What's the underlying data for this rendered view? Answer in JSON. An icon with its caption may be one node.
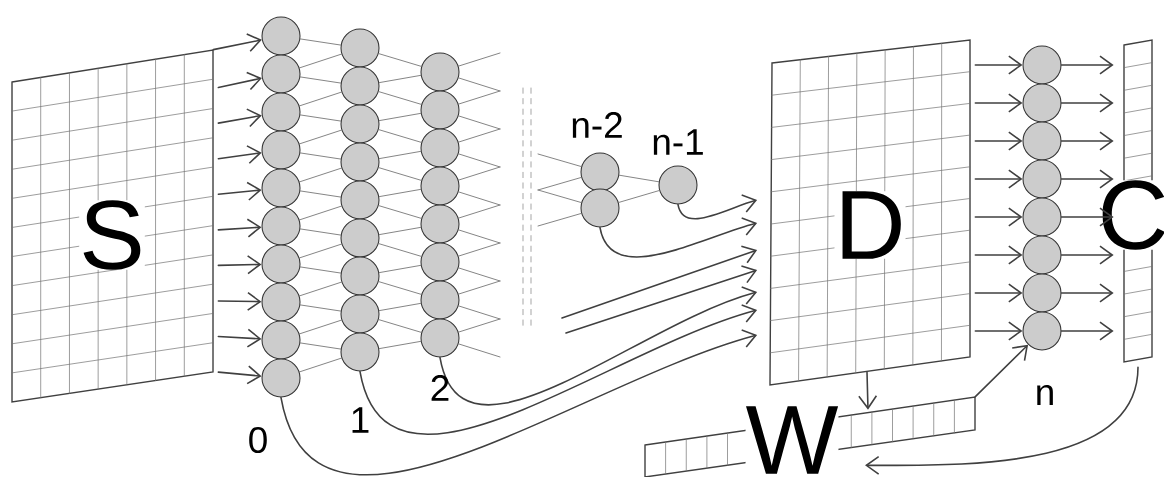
{
  "diagram": {
    "nodes": [
      {
        "text": [
          "S"
        ]
      },
      {
        "text": [],
        "shape": "circle"
      },
      {
        "text": [],
        "shape": "circle"
      },
      {
        "text": [],
        "shape": "circle"
      },
      {
        "text": [],
        "shape": "circle"
      },
      {
        "text": [],
        "shape": "circle"
      },
      {
        "text": [],
        "shape": "circle"
      },
      {
        "text": [],
        "shape": "circle"
      },
      {
        "text": [],
        "shape": "circle"
      },
      {
        "text": [],
        "shape": "circle"
      },
      {
        "text": [],
        "shape": "circle"
      },
      {
        "text": [],
        "shape": "circle"
      },
      {
        "text": [],
        "shape": "circle"
      },
      {
        "text": [],
        "shape": "circle"
      },
      {
        "text": [],
        "shape": "circle"
      },
      {
        "text": [],
        "shape": "circle"
      },
      {
        "text": [],
        "shape": "circle"
      },
      {
        "text": [],
        "shape": "circle"
      },
      {
        "text": [],
        "shape": "circle"
      },
      {
        "text": [],
        "shape": "circle"
      },
      {
        "text": [],
        "shape": "circle"
      },
      {
        "text": [],
        "shape": "circle"
      },
      {
        "text": [],
        "shape": "circle"
      },
      {
        "text": [],
        "shape": "circle"
      },
      {
        "text": [],
        "shape": "circle"
      },
      {
        "text": [],
        "shape": "circle"
      },
      {
        "text": [],
        "shape": "circle"
      },
      {
        "text": [],
        "shape": "circle"
      },
      {
        "text": [],
        "shape": "circle"
      },
      {
        "text": [],
        "shape": "circle"
      },
      {
        "text": [],
        "shape": "circle"
      },
      {
        "text": [
          "D"
        ]
      },
      {
        "text": [],
        "shape": "circle"
      },
      {
        "text": [],
        "shape": "circle"
      },
      {
        "text": [],
        "shape": "circle"
      },
      {
        "text": [],
        "shape": "circle"
      },
      {
        "text": [],
        "shape": "circle"
      },
      {
        "text": [],
        "shape": "circle"
      },
      {
        "text": [],
        "shape": "circle"
      },
      {
        "text": [],
        "shape": "circle"
      },
      {
        "text": [
          "C"
        ]
      },
      {
        "text": [
          "W"
        ]
      }
    ],
    "edges": [
      {
        "from": 0,
        "to": 1,
        "arrow": "to"
      },
      {
        "from": 0,
        "to": 2,
        "arrow": "to"
      },
      {
        "from": 0,
        "to": 3,
        "arrow": "to"
      },
      {
        "from": 0,
        "to": 4,
        "arrow": "to"
      },
      {
        "from": 0,
        "to": 5,
        "arrow": "to"
      },
      {
        "from": 0,
        "to": 6,
        "arrow": "to"
      },
      {
        "from": 0,
        "to": 7,
        "arrow": "to"
      },
      {
        "from": 0,
        "to": 8,
        "arrow": "to"
      },
      {
        "from": 0,
        "to": 9,
        "arrow": "to"
      },
      {
        "from": 0,
        "to": 10,
        "arrow": "to"
      },
      {
        "from": 1,
        "to": 11,
        "arrow": "none"
      },
      {
        "from": 2,
        "to": 11,
        "arrow": "none"
      },
      {
        "from": 2,
        "to": 12,
        "arrow": "none"
      },
      {
        "from": 3,
        "to": 12,
        "arrow": "none"
      },
      {
        "from": 3,
        "to": 13,
        "arrow": "none"
      },
      {
        "from": 4,
        "to": 13,
        "arrow": "none"
      },
      {
        "from": 4,
        "to": 14,
        "arrow": "none"
      },
      {
        "from": 5,
        "to": 14,
        "arrow": "none"
      },
      {
        "from": 5,
        "to": 15,
        "arrow": "none"
      },
      {
        "from": 6,
        "to": 15,
        "arrow": "none"
      },
      {
        "from": 6,
        "to": 16,
        "arrow": "none"
      },
      {
        "from": 7,
        "to": 16,
        "arrow": "none"
      },
      {
        "from": 7,
        "to": 17,
        "arrow": "none"
      },
      {
        "from": 8,
        "to": 17,
        "arrow": "none"
      },
      {
        "from": 8,
        "to": 18,
        "arrow": "none"
      },
      {
        "from": 9,
        "to": 18,
        "arrow": "none"
      },
      {
        "from": 9,
        "to": 19,
        "arrow": "none"
      },
      {
        "from": 10,
        "to": 19,
        "arrow": "none"
      },
      {
        "from": 11,
        "to": 20,
        "arrow": "none"
      },
      {
        "from": 12,
        "to": 20,
        "arrow": "none"
      },
      {
        "from": 12,
        "to": 21,
        "arrow": "none"
      },
      {
        "from": 13,
        "to": 21,
        "arrow": "none"
      },
      {
        "from": 13,
        "to": 22,
        "arrow": "none"
      },
      {
        "from": 14,
        "to": 22,
        "arrow": "none"
      },
      {
        "from": 14,
        "to": 23,
        "arrow": "none"
      },
      {
        "from": 15,
        "to": 23,
        "arrow": "none"
      },
      {
        "from": 15,
        "to": 24,
        "arrow": "none"
      },
      {
        "from": 16,
        "to": 24,
        "arrow": "none"
      },
      {
        "from": 16,
        "to": 25,
        "arrow": "none"
      },
      {
        "from": 17,
        "to": 25,
        "arrow": "none"
      },
      {
        "from": 17,
        "to": 26,
        "arrow": "none"
      },
      {
        "from": 18,
        "to": 26,
        "arrow": "none"
      },
      {
        "from": 18,
        "to": 27,
        "arrow": "none"
      },
      {
        "from": 19,
        "to": 27,
        "arrow": "none"
      },
      {
        "from": 20,
        "to": null,
        "arrow": "none"
      },
      {
        "from": 20,
        "to": null,
        "arrow": "none"
      },
      {
        "from": 21,
        "to": null,
        "arrow": "none"
      },
      {
        "from": 21,
        "to": null,
        "arrow": "none"
      },
      {
        "from": 22,
        "to": null,
        "arrow": "none"
      },
      {
        "from": 22,
        "to": null,
        "arrow": "none"
      },
      {
        "from": 23,
        "to": null,
        "arrow": "none"
      },
      {
        "from": 23,
        "to": null,
        "arrow": "none"
      },
      {
        "from": 24,
        "to": null,
        "arrow": "none"
      },
      {
        "from": 24,
        "to": null,
        "arrow": "none"
      },
      {
        "from": 25,
        "to": null,
        "arrow": "none"
      },
      {
        "from": 25,
        "to": null,
        "arrow": "none"
      },
      {
        "from": 26,
        "to": null,
        "arrow": "none"
      },
      {
        "from": 26,
        "to": null,
        "arrow": "none"
      },
      {
        "from": 27,
        "to": null,
        "arrow": "none"
      },
      {
        "from": 27,
        "to": null,
        "arrow": "none"
      },
      {
        "from": null,
        "to": 28,
        "arrow": "none"
      },
      {
        "from": null,
        "to": 28,
        "arrow": "none"
      },
      {
        "from": null,
        "to": 29,
        "arrow": "none"
      },
      {
        "from": null,
        "to": 29,
        "arrow": "none"
      },
      {
        "from": 28,
        "to": 30,
        "arrow": "none"
      },
      {
        "from": 29,
        "to": 30,
        "arrow": "none"
      },
      {
        "from": 30,
        "to": 31,
        "arrow": "to"
      },
      {
        "from": 29,
        "to": 31,
        "arrow": "to"
      },
      {
        "from": null,
        "to": 31,
        "arrow": "to"
      },
      {
        "from": null,
        "to": 31,
        "arrow": "to"
      },
      {
        "from": 27,
        "to": 31,
        "arrow": "to"
      },
      {
        "from": 19,
        "to": 31,
        "arrow": "to"
      },
      {
        "from": 10,
        "to": 31,
        "arrow": "to"
      },
      {
        "from": 31,
        "to": 32,
        "arrow": "to"
      },
      {
        "from": 31,
        "to": 33,
        "arrow": "to"
      },
      {
        "from": 31,
        "to": 34,
        "arrow": "to"
      },
      {
        "from": 31,
        "to": 35,
        "arrow": "to"
      },
      {
        "from": 31,
        "to": 36,
        "arrow": "to"
      },
      {
        "from": 31,
        "to": 37,
        "arrow": "to"
      },
      {
        "from": 31,
        "to": 38,
        "arrow": "to"
      },
      {
        "from": 31,
        "to": 39,
        "arrow": "to"
      },
      {
        "from": 32,
        "to": 40,
        "arrow": "to"
      },
      {
        "from": 33,
        "to": 40,
        "arrow": "to"
      },
      {
        "from": 34,
        "to": 40,
        "arrow": "to"
      },
      {
        "from": 35,
        "to": 40,
        "arrow": "to"
      },
      {
        "from": 36,
        "to": 40,
        "arrow": "to"
      },
      {
        "from": 37,
        "to": 40,
        "arrow": "to"
      },
      {
        "from": 38,
        "to": 40,
        "arrow": "to"
      },
      {
        "from": 39,
        "to": 40,
        "arrow": "to"
      },
      {
        "from": 31,
        "to": 41,
        "arrow": "to"
      },
      {
        "from": 41,
        "to": 39,
        "arrow": "to"
      },
      {
        "from": 40,
        "to": 41,
        "arrow": "to"
      }
    ],
    "labels": [
      "0",
      "1",
      "2",
      "n-2",
      "n-1",
      "n"
    ]
  }
}
